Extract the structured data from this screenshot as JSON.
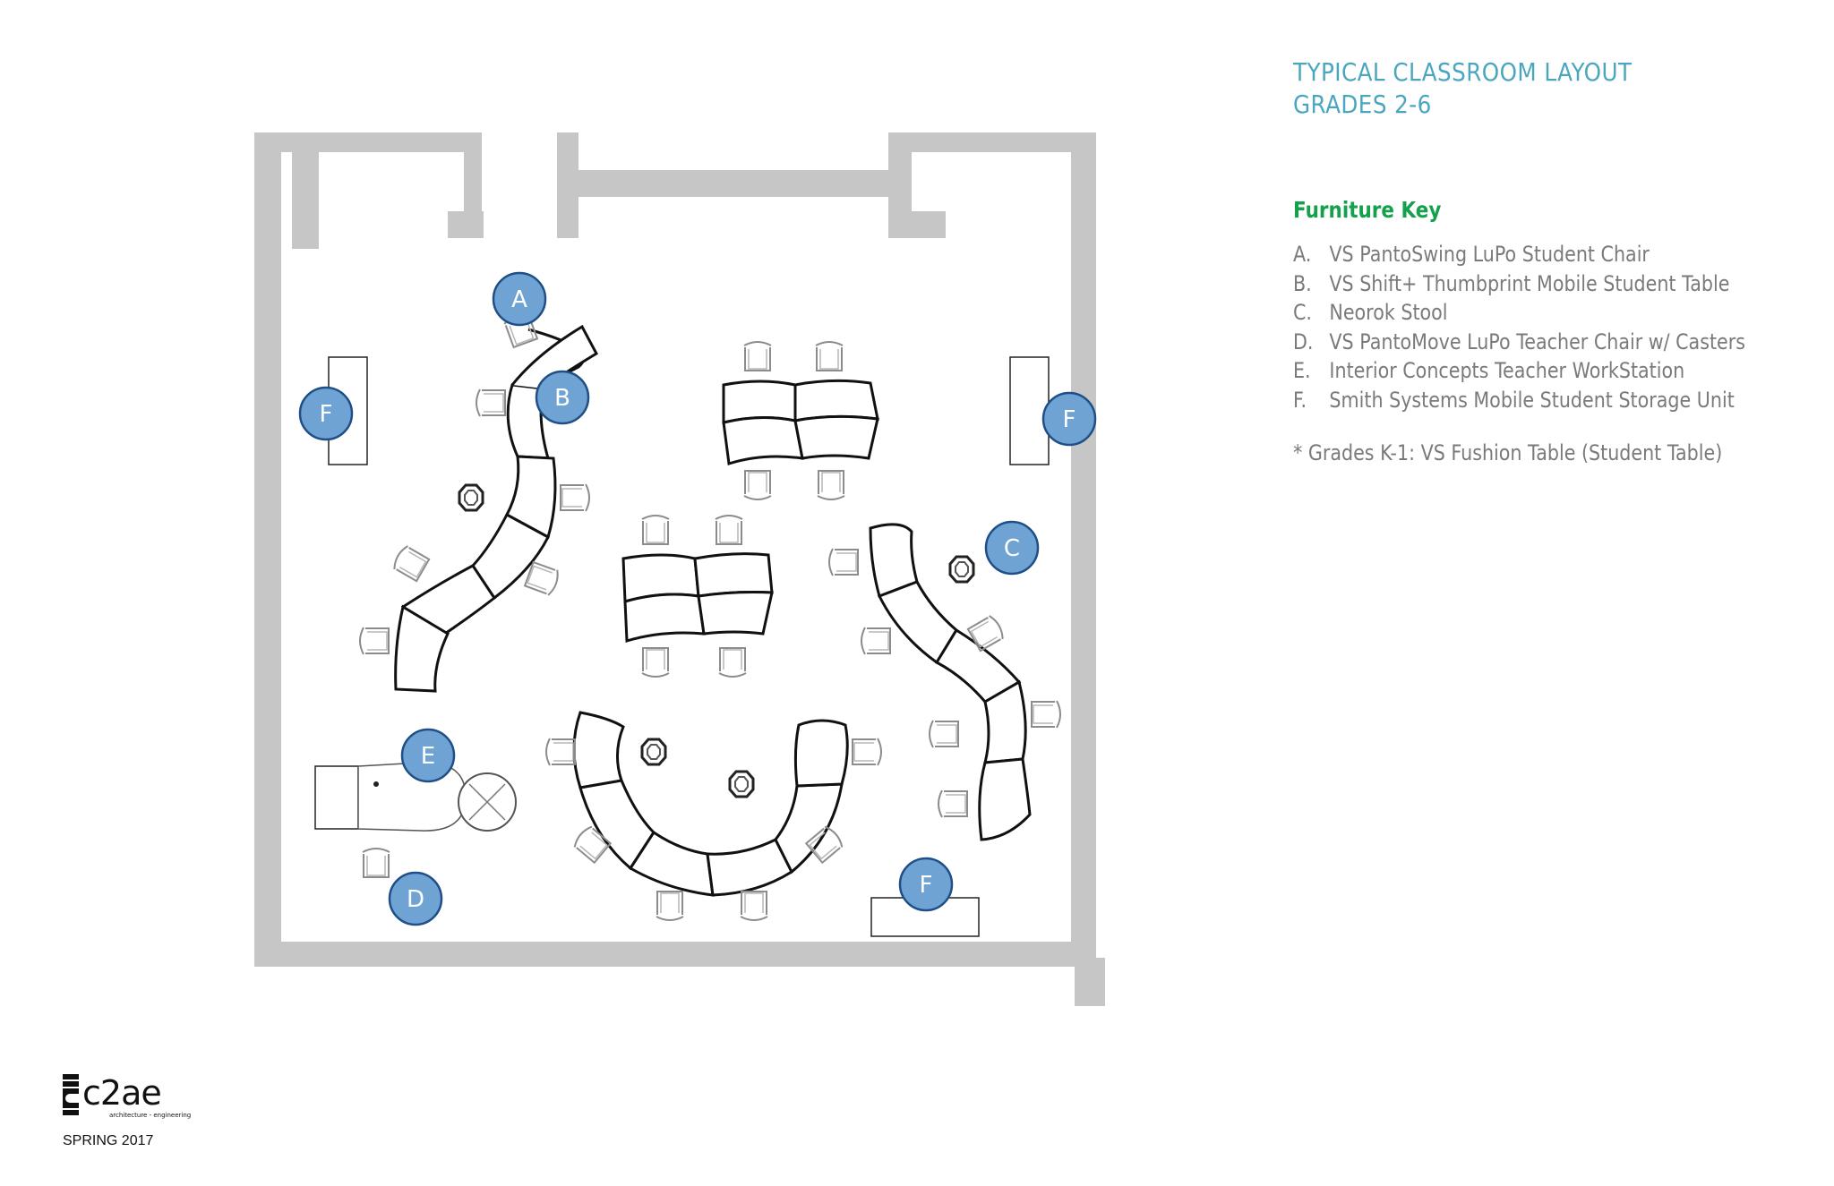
{
  "header": {
    "title_line1": "TYPICAL CLASSROOM LAYOUT",
    "title_line2": "GRADES 2-6"
  },
  "furniture_key": {
    "heading": "Furniture Key",
    "items": [
      {
        "letter": "A.",
        "label": "VS PantoSwing LuPo Student Chair"
      },
      {
        "letter": "B.",
        "label": "VS Shift+ Thumbprint Mobile Student Table"
      },
      {
        "letter": "C.",
        "label": "Neorok Stool"
      },
      {
        "letter": "D.",
        "label": "VS PantoMove LuPo Teacher Chair w/ Casters"
      },
      {
        "letter": "E.",
        "label": "Interior Concepts Teacher WorkStation"
      },
      {
        "letter": "F.",
        "label": "Smith Systems Mobile Student Storage Unit"
      }
    ],
    "note": "* Grades K-1: VS Fushion Table (Student Table)"
  },
  "markers": {
    "a": "A",
    "b": "B",
    "c": "C",
    "d": "D",
    "e": "E",
    "f_left": "F",
    "f_right": "F",
    "f_bottom": "F"
  },
  "footer": {
    "logo_text": "c2ae",
    "logo_tagline": "architecture - engineering",
    "season": "SPRING 2017"
  },
  "colors": {
    "title": "#4aa6bf",
    "key_heading": "#13a14c",
    "key_text": "#7a7a7a",
    "wall": "#c6c6c6",
    "marker_fill": "#6fa3d4",
    "marker_stroke": "#1f4f86"
  }
}
